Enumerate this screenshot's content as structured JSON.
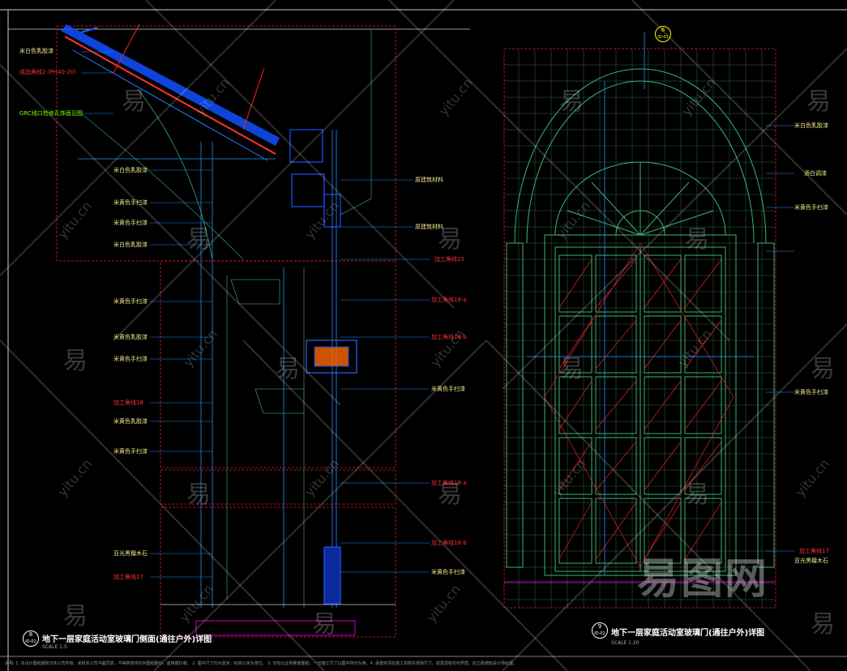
{
  "left_detail": {
    "title": "地下一层家庭活动室玻璃门侧面(通往户外)详图",
    "scale": "SCALE 1:5",
    "bubble": {
      "num": "8",
      "ref": "ID-01"
    },
    "labels": [
      {
        "text": "米白色乳胶漆",
        "color": "y"
      },
      {
        "text": "成品角线2 (PH40-20)",
        "color": "r"
      },
      {
        "text": "GRC线口检修孔饰面见图",
        "color": "g"
      },
      {
        "text": "米白色乳胶漆",
        "color": "y"
      },
      {
        "text": "米黄色手扫漆",
        "color": "y"
      },
      {
        "text": "米黄色手扫漆",
        "color": "y"
      },
      {
        "text": "米白色乳胶漆",
        "color": "y"
      },
      {
        "text": "米黄色手扫漆",
        "color": "y"
      },
      {
        "text": "米黄色乳胶漆",
        "color": "y"
      },
      {
        "text": "米黄色手扫漆",
        "color": "y"
      },
      {
        "text": "加工角线18",
        "color": "r"
      },
      {
        "text": "米黄色乳胶漆",
        "color": "y"
      },
      {
        "text": "米黄色手扫漆",
        "color": "y"
      },
      {
        "text": "亚光黑檀木石",
        "color": "y"
      },
      {
        "text": "加工角线17",
        "color": "r"
      }
    ],
    "mid_labels": [
      {
        "text": "原建筑材料",
        "color": "y"
      },
      {
        "text": "原建筑材料",
        "color": "y"
      },
      {
        "text": "加工角线15",
        "color": "r"
      },
      {
        "text": "加工角线18-a",
        "color": "r"
      },
      {
        "text": "加工角线18-b",
        "color": "r"
      },
      {
        "text": "米黄色手扫漆",
        "color": "y"
      },
      {
        "text": "加工角线18-a",
        "color": "r"
      },
      {
        "text": "加工角线18-b",
        "color": "r"
      },
      {
        "text": "米黄色手扫漆",
        "color": "y"
      }
    ]
  },
  "right_detail": {
    "title": "地下一层家庭活动室玻璃门(通往户外)详图",
    "scale": "SCALE 1:20",
    "bubble": {
      "num": "9",
      "ref": "ID-02"
    },
    "top_bubble": {
      "num": "8",
      "ref": "ID-01"
    },
    "labels": [
      {
        "text": "米白色乳胶漆",
        "color": "y"
      },
      {
        "text": "酒白调漆",
        "color": "y"
      },
      {
        "text": "米黄色手扫漆",
        "color": "y"
      },
      {
        "text": "米黄色手扫漆",
        "color": "y"
      },
      {
        "text": "加工角线17",
        "color": "r"
      },
      {
        "text": "亚光黑檀木石",
        "color": "y"
      }
    ]
  },
  "footer_note": "说明: 1. 本设计图纸版权归本公司所有，未经本公司书面同意，不得随意将任何图纸翻印、盗用或抄袭。 2. 图中尺寸均为毫米，标高以米为单位。 3. 切勿以比例量度图纸。一切施工尺寸以图中所示为准。4. 承建商须在施工前核实现场尺寸，如发现有任何矛盾，应立即通知设计师处理。",
  "watermark": {
    "chars": "易",
    "site": "yitu.cn",
    "brand": "易图网"
  }
}
